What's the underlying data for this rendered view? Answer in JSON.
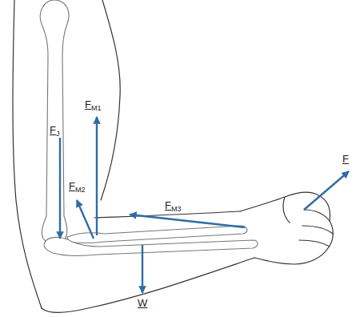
{
  "diagram": {
    "labels": [
      "FJ",
      "FM1",
      "FM2",
      "FM3",
      "W",
      "F"
    ]
  }
}
